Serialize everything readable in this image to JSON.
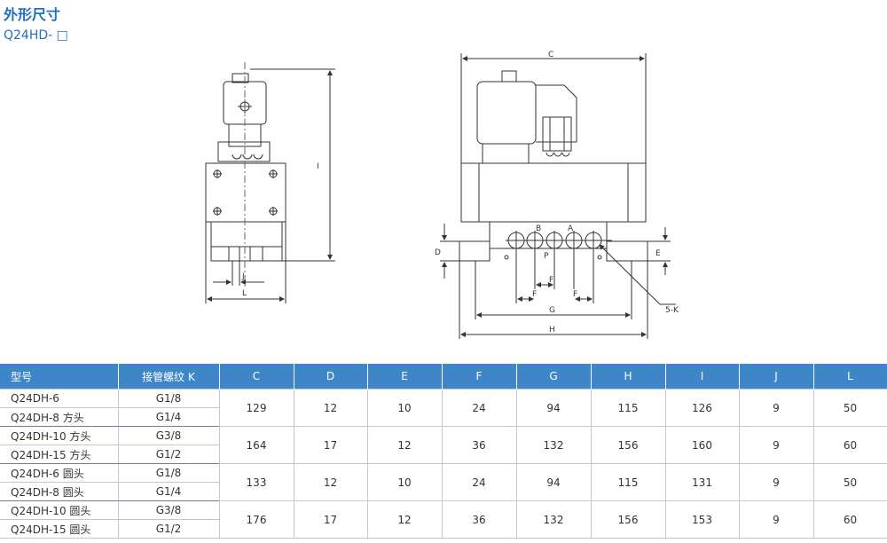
{
  "page": {
    "title": "外形尺寸",
    "subtitle": "Q24HD- □"
  },
  "drawing": {
    "side_view": {
      "dim_I": "I",
      "dim_J": "J",
      "dim_L": "L"
    },
    "front_view": {
      "dim_C": "C",
      "dim_D": "D",
      "dim_E": "E",
      "dim_F": "F",
      "dim_G": "G",
      "dim_H": "H",
      "port_A": "A",
      "port_B": "B",
      "port_P": "P",
      "port_K": "5-K"
    }
  },
  "table": {
    "headers": [
      "型号",
      "接管螺纹 K",
      "C",
      "D",
      "E",
      "F",
      "G",
      "H",
      "I",
      "J",
      "L"
    ],
    "groups": [
      {
        "models": [
          "Q24DH-6",
          "Q24DH-8 方头"
        ],
        "threads": [
          "G1/8",
          "G1/4"
        ],
        "values": [
          "129",
          "12",
          "10",
          "24",
          "94",
          "115",
          "126",
          "9",
          "50"
        ]
      },
      {
        "models": [
          "Q24DH-10 方头",
          "Q24DH-15 方头"
        ],
        "threads": [
          "G3/8",
          "G1/2"
        ],
        "values": [
          "164",
          "17",
          "12",
          "36",
          "132",
          "156",
          "160",
          "9",
          "60"
        ]
      },
      {
        "models": [
          "Q24DH-6 圆头",
          "Q24DH-8 圆头"
        ],
        "threads": [
          "G1/8",
          "G1/4"
        ],
        "values": [
          "133",
          "12",
          "10",
          "24",
          "94",
          "115",
          "131",
          "9",
          "50"
        ]
      },
      {
        "models": [
          "Q24DH-10 圆头",
          "Q24DH-15 圆头"
        ],
        "threads": [
          "G3/8",
          "G1/2"
        ],
        "values": [
          "176",
          "17",
          "12",
          "36",
          "132",
          "156",
          "153",
          "9",
          "60"
        ]
      }
    ]
  }
}
